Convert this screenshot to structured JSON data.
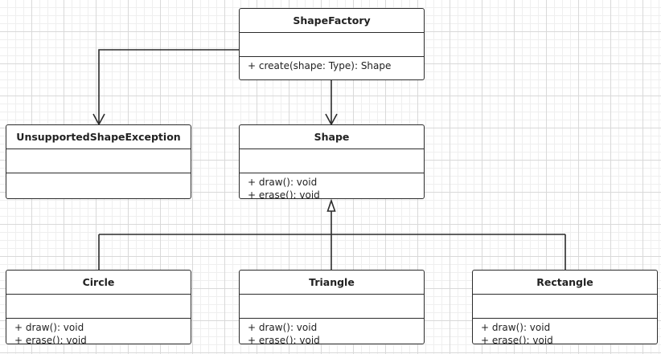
{
  "classes": {
    "shape_factory": {
      "name": "ShapeFactory",
      "operations": [
        "+ create(shape: Type): Shape"
      ]
    },
    "unsupported": {
      "name": "UnsupportedShapeException",
      "operations": []
    },
    "shape": {
      "name": "Shape",
      "operations": [
        "+ draw(): void",
        "+ erase(): void"
      ]
    },
    "circle": {
      "name": "Circle",
      "operations": [
        "+ draw(): void",
        "+ erase(): void"
      ]
    },
    "triangle": {
      "name": "Triangle",
      "operations": [
        "+ draw(): void",
        "+ erase(): void"
      ]
    },
    "rectangle": {
      "name": "Rectangle",
      "operations": [
        "+ draw(): void",
        "+ erase(): void"
      ]
    }
  },
  "relationships": [
    {
      "from": "ShapeFactory",
      "to": "UnsupportedShapeException",
      "kind": "dependency"
    },
    {
      "from": "ShapeFactory",
      "to": "Shape",
      "kind": "dependency"
    },
    {
      "from": "Circle",
      "to": "Shape",
      "kind": "generalization"
    },
    {
      "from": "Triangle",
      "to": "Shape",
      "kind": "generalization"
    },
    {
      "from": "Rectangle",
      "to": "Shape",
      "kind": "generalization"
    }
  ],
  "colors": {
    "line": "#2b2b2b",
    "box_fill": "#ffffff",
    "grid": "#d9d9d9"
  }
}
